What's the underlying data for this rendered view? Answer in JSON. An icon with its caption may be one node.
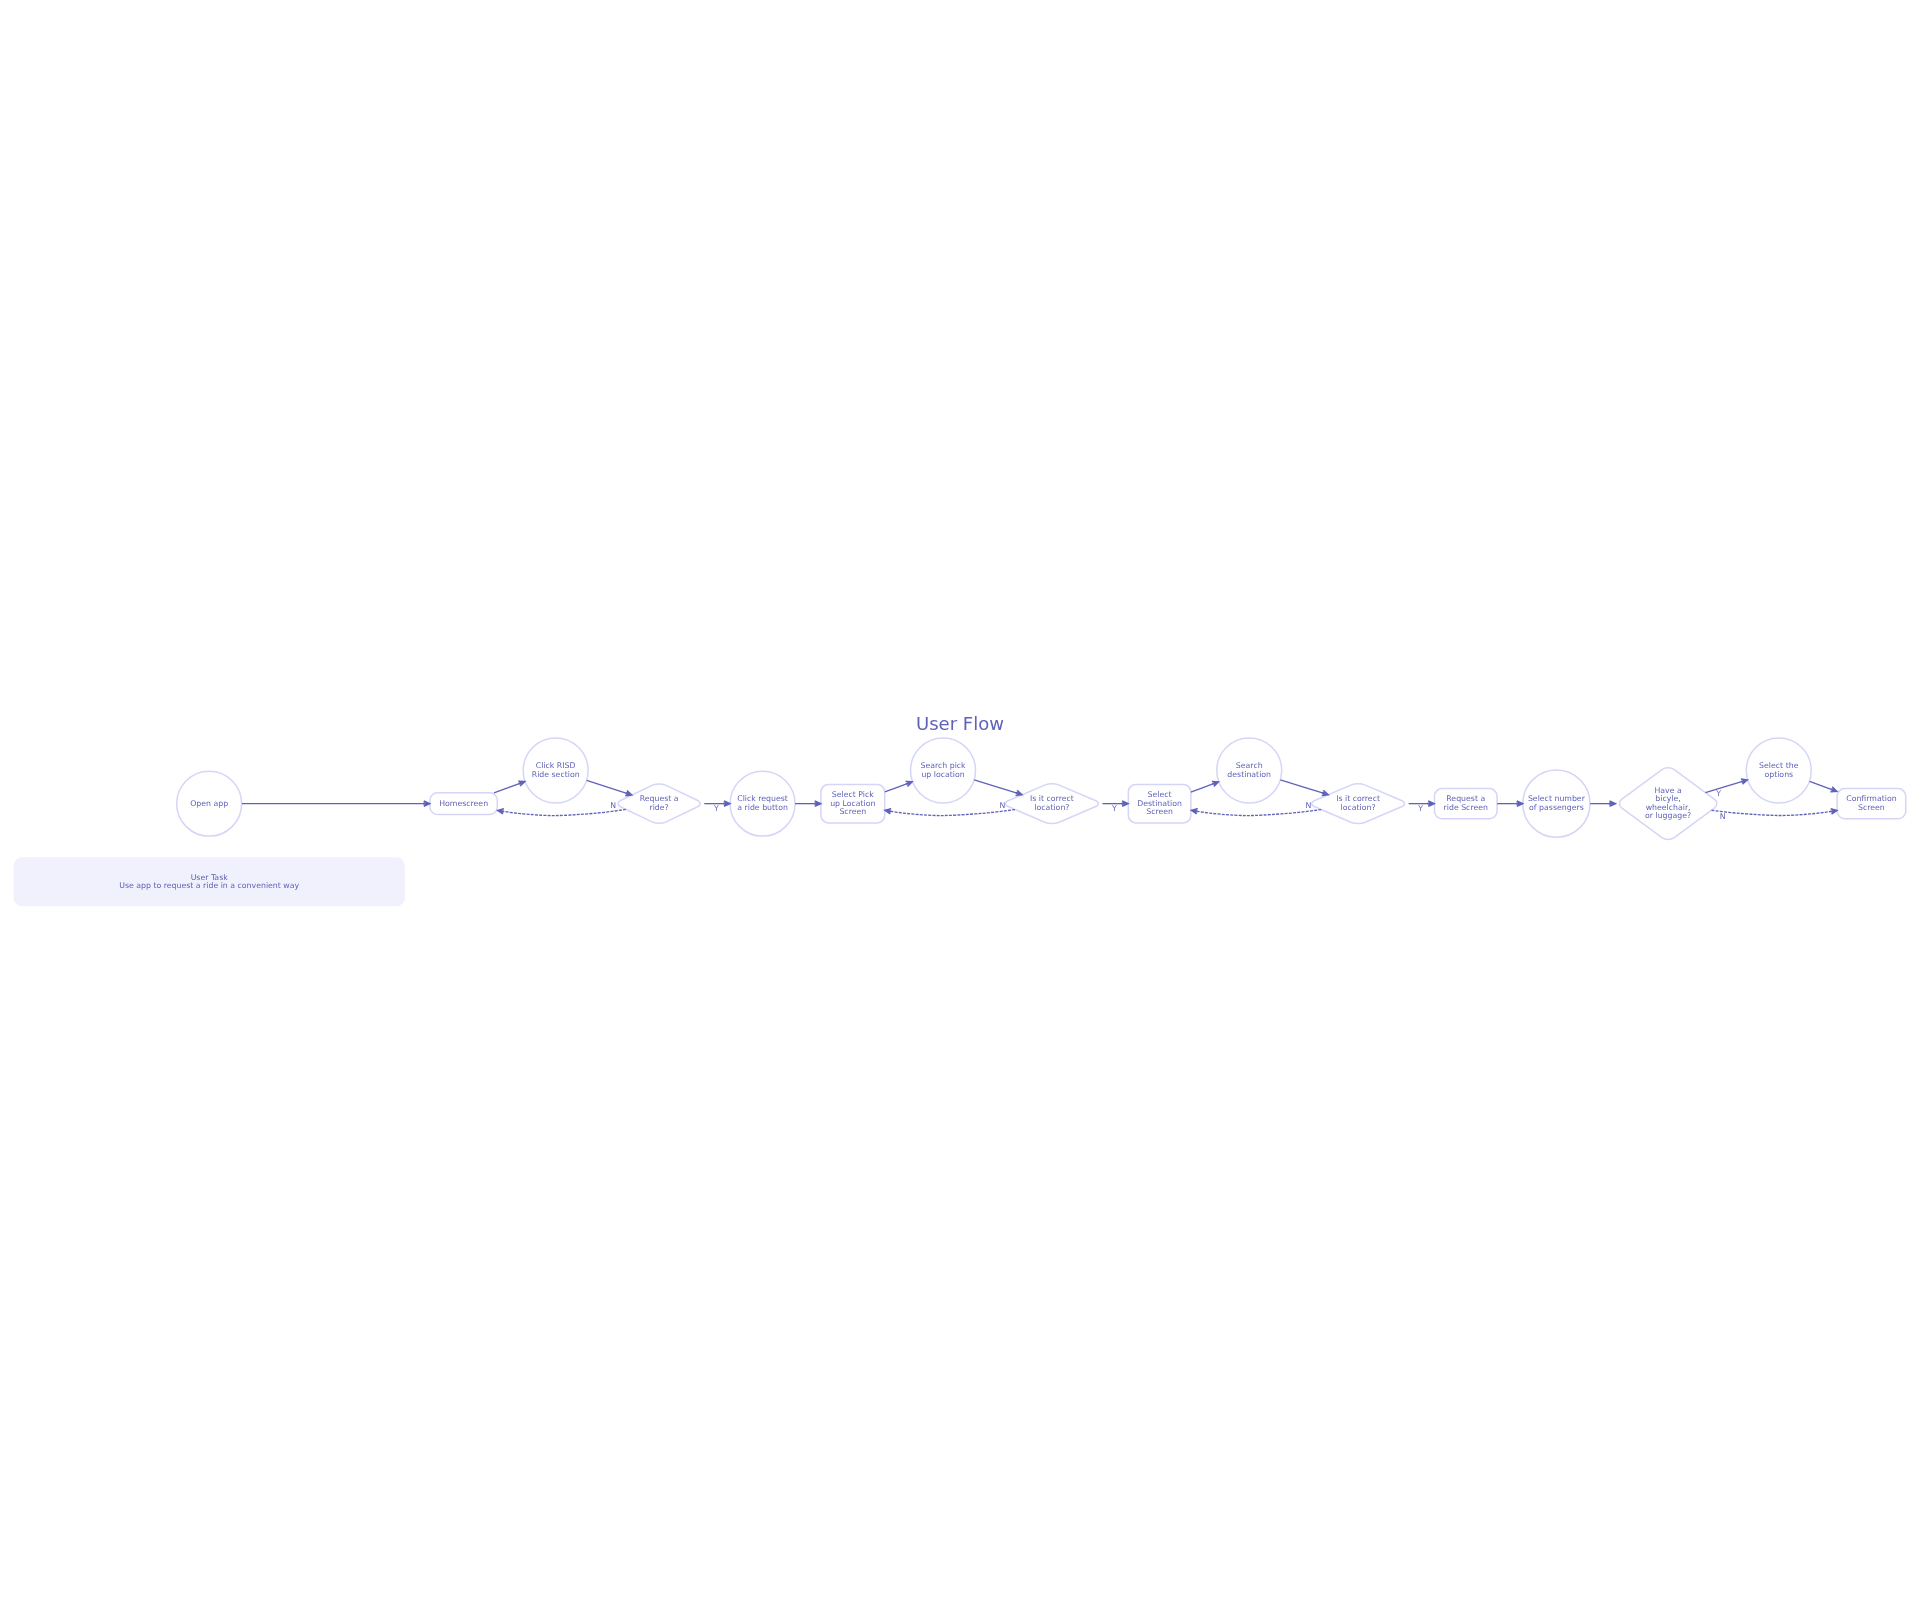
{
  "diagram": {
    "title": "User Flow",
    "nodes": [
      {
        "text": [
          "User Task",
          "Use app to request a ride in a convenient way"
        ]
      },
      {
        "text": [
          "Open app"
        ]
      },
      {
        "text": [
          "Homescreen"
        ]
      },
      {
        "text": [
          "Click RISD Ride section"
        ]
      },
      {
        "text": [
          "Request a ride?"
        ]
      },
      {
        "text": [
          "Click request a ride button"
        ]
      },
      {
        "text": [
          "Select Pick up Location Screen"
        ]
      },
      {
        "text": [
          "Search pick up location"
        ]
      },
      {
        "text": [
          "Is it correct location?"
        ]
      },
      {
        "text": [
          "Select Destination Screen"
        ]
      },
      {
        "text": [
          "Search destination"
        ]
      },
      {
        "text": [
          "Is it correct location?"
        ]
      },
      {
        "text": [
          "Request a ride Screen"
        ]
      },
      {
        "text": [
          "Select number of passengers"
        ]
      },
      {
        "text": [
          "Have a bicyle, wheelchair, or luggage?"
        ]
      },
      {
        "text": [
          "Select the options"
        ]
      },
      {
        "text": [
          "Confirmation Screen"
        ]
      }
    ],
    "edges": [
      {
        "from": 1,
        "to": 2,
        "arrow": "to"
      },
      {
        "from": 2,
        "to": 3,
        "arrow": "to"
      },
      {
        "from": 3,
        "to": 4,
        "arrow": "to"
      },
      {
        "from": 4,
        "to": 2,
        "arrow": "to",
        "label": "N",
        "style": "dashed"
      },
      {
        "from": 4,
        "to": 5,
        "arrow": "to",
        "label": "Y"
      },
      {
        "from": 5,
        "to": 6,
        "arrow": "to"
      },
      {
        "from": 6,
        "to": 7,
        "arrow": "to"
      },
      {
        "from": 7,
        "to": 8,
        "arrow": "to"
      },
      {
        "from": 8,
        "to": 6,
        "arrow": "to",
        "label": "N",
        "style": "dashed"
      },
      {
        "from": 8,
        "to": 9,
        "arrow": "to",
        "label": "Y"
      },
      {
        "from": 9,
        "to": 10,
        "arrow": "to"
      },
      {
        "from": 10,
        "to": 11,
        "arrow": "to"
      },
      {
        "from": 11,
        "to": 9,
        "arrow": "to",
        "label": "N",
        "style": "dashed"
      },
      {
        "from": 11,
        "to": 12,
        "arrow": "to",
        "label": "Y"
      },
      {
        "from": 12,
        "to": 13,
        "arrow": "to"
      },
      {
        "from": 13,
        "to": 14,
        "arrow": "to"
      },
      {
        "from": 14,
        "to": 15,
        "arrow": "to",
        "label": "Y"
      },
      {
        "from": 14,
        "to": 16,
        "arrow": "to",
        "label": "N",
        "style": "dashed"
      },
      {
        "from": 15,
        "to": 16,
        "arrow": "to"
      }
    ]
  }
}
